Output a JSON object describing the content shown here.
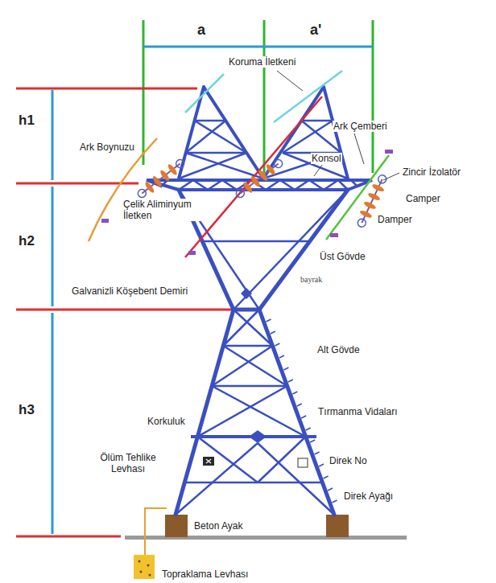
{
  "diagram": {
    "labels": [
      "a",
      "a'",
      "h1",
      "h2",
      "h3",
      "Koruma İletkeni",
      "Ark Çemberi",
      "Ark Boynuzu",
      "Konsol",
      "Zincir İzolatör",
      "Camper",
      "Çelik Aliminyum İletken",
      "Damper",
      "Üst Gövde",
      "bayrak",
      "Galvanizli Köşebent Demiri",
      "Alt Gövde",
      "Tırmanma Vidaları",
      "Korkuluk",
      "Ölüm Tehlike Levhası",
      "Direk No",
      "Direk Ayağı",
      "Beton Ayak",
      "Topraklama Levhası"
    ]
  }
}
